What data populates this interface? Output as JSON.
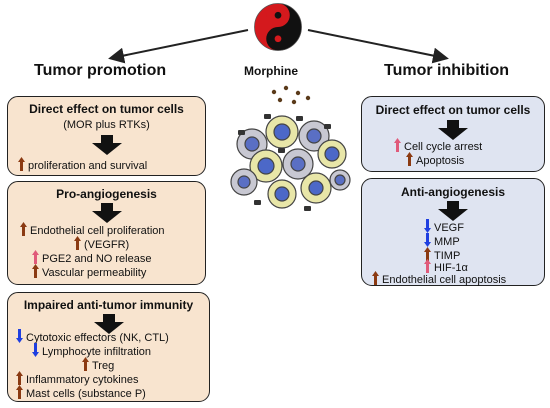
{
  "center": {
    "label": "Morphine"
  },
  "headings": {
    "left": "Tumor promotion",
    "right": "Tumor inhibition"
  },
  "colors": {
    "promotion_box": "#f8e4cf",
    "inhibition_box": "#dfe4f1",
    "up_arrow": "#8b3a12",
    "up_arrow_pink": "#e05a7a",
    "down_arrow": "#1f3fe0",
    "yin_red": "#d4191d",
    "yin_black": "#111111"
  },
  "left_boxes": [
    {
      "title": "Direct effect on tumor cells",
      "subtitle": "(MOR plus RTKs)",
      "items": [
        {
          "dir": "up",
          "text": "proliferation and survival"
        }
      ]
    },
    {
      "title": "Pro-angiogenesis",
      "items": [
        {
          "dir": "up",
          "text": "Endothelial cell proliferation"
        },
        {
          "dir": "up",
          "text": "(VEGFR)"
        },
        {
          "dir": "up-pink",
          "text": "PGE2 and NO release"
        },
        {
          "dir": "up",
          "text": "Vascular permeability"
        }
      ]
    },
    {
      "title": "Impaired anti-tumor immunity",
      "items": [
        {
          "dir": "down",
          "text": "Cytotoxic effectors (NK, CTL)"
        },
        {
          "dir": "down",
          "text": "Lymphocyte infiltration"
        },
        {
          "dir": "up",
          "text": "Treg"
        },
        {
          "dir": "up",
          "text": "Inflammatory cytokines"
        },
        {
          "dir": "up",
          "text": "Mast cells (substance P)"
        }
      ]
    }
  ],
  "right_boxes": [
    {
      "title": "Direct effect on tumor cells",
      "items": [
        {
          "dir": "up-pink",
          "text": "Cell cycle arrest"
        },
        {
          "dir": "up",
          "text": "Apoptosis"
        }
      ]
    },
    {
      "title": "Anti-angiogenesis",
      "items": [
        {
          "dir": "down",
          "text": "VEGF"
        },
        {
          "dir": "down",
          "text": "MMP"
        },
        {
          "dir": "up",
          "text": "TIMP"
        },
        {
          "dir": "up-pink",
          "text": "HIF-1α"
        },
        {
          "dir": "up",
          "text": "Endothelial cell apoptosis"
        }
      ]
    }
  ]
}
